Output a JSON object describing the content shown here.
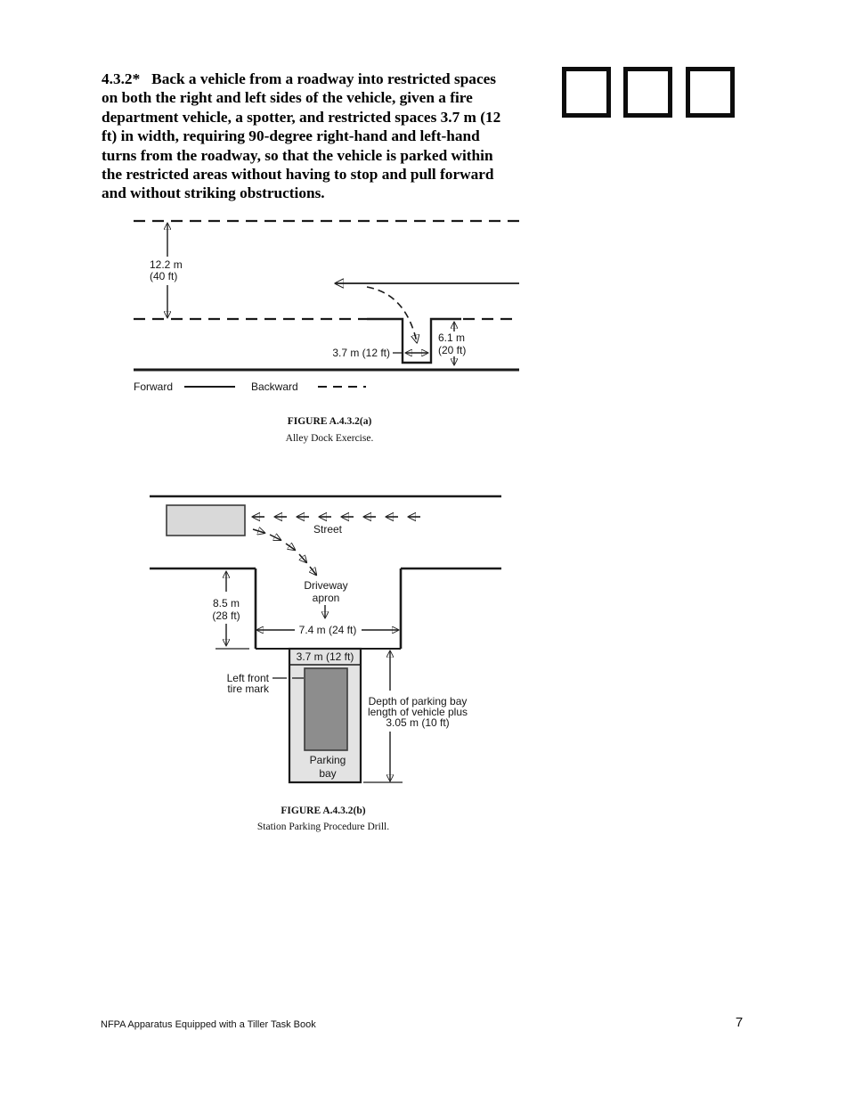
{
  "document": {
    "section": {
      "lines": [
        "4.3.2*   Back a vehicle from a roadway into restricted spaces",
        "on both the right and left sides of the vehicle, given a fire",
        "department vehicle, a spotter, and restricted spaces 3.7 m (12",
        "ft) in width, requiring 90-degree right-hand and left-hand",
        "turns from the roadway, so that the vehicle is parked within",
        "the restricted areas without having to stop and pull forward",
        "and without striking obstructions."
      ]
    },
    "checkboxes": {
      "count": 3
    },
    "figure_a": {
      "roadway_width_m": "12.2 m",
      "roadway_width_ft": "(40 ft)",
      "alley_width": "3.7 m (12 ft)",
      "alley_depth_m": "6.1 m",
      "alley_depth_ft": "(20 ft)",
      "legend_forward": "Forward",
      "legend_backward": "Backward",
      "caption_title": "FIGURE A.4.3.2(a)",
      "caption_subtitle": "Alley Dock Exercise."
    },
    "figure_b": {
      "street": "Street",
      "driveway_1": "Driveway",
      "driveway_2": "apron",
      "setback_m": "8.5 m",
      "setback_ft": "(28 ft)",
      "opening_width": "7.4 m (24 ft)",
      "bay_width": "3.7 m (12 ft)",
      "tire_mark_1": "Left front",
      "tire_mark_2": "tire mark",
      "parking_1": "Parking",
      "parking_2": "bay",
      "depth_1": "Depth of parking bay",
      "depth_2": "length of vehicle plus",
      "depth_3": "3.05 m (10 ft)",
      "caption_title": "FIGURE A.4.3.2(b)",
      "caption_subtitle": "Station Parking Procedure Drill."
    },
    "footer": {
      "book_title": "NFPA Apparatus Equipped with a Tiller Task Book",
      "page_number": "7"
    },
    "colors": {
      "line": "#1a1a1a",
      "vehicle_street_fill": "#d9d9d9",
      "parking_bay_fill": "#e3e3e3",
      "vehicle_bay_fill": "#8d8d8d"
    }
  }
}
